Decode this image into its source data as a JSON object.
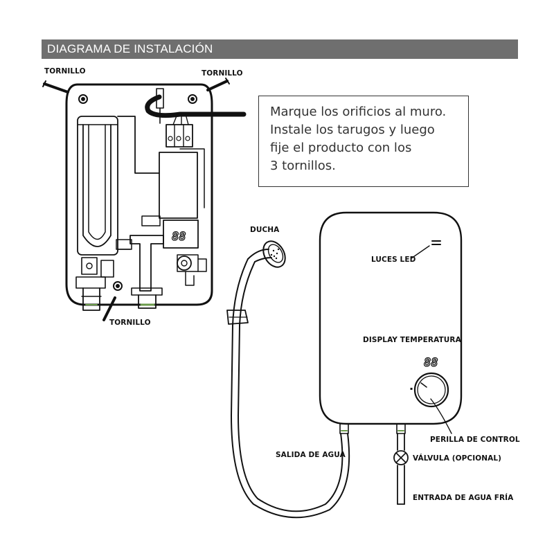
{
  "header": {
    "title": "DIAGRAMA DE INSTALACIÓN"
  },
  "instructions": {
    "lines": [
      "Marque los orificios al muro.",
      "Instale los tarugos y luego",
      "fije el producto con los",
      "3 tornillos."
    ]
  },
  "labels": {
    "tornillo_left": "TORNILLO",
    "tornillo_right": "TORNILLO",
    "tornillo_bottom": "TORNILLO",
    "ducha": "DUCHA",
    "luces_led": "LUCES LED",
    "display_temperatura": "DISPLAY TEMPERATURA",
    "perilla_de_control": "PERILLA DE CONTROL",
    "salida_de_agua": "SALIDA DE AGUA",
    "valvula": "VÁLVULA (OPCIONAL)",
    "entrada_agua_fria": "ENTRADA DE AGUA FRÍA",
    "display_digits_inner": "88",
    "display_digits_front": "88"
  },
  "colors": {
    "header_bg": "#6f6f6f",
    "header_text": "#ffffff",
    "line": "#111111",
    "fitting_accent": "#6a9a4a"
  }
}
